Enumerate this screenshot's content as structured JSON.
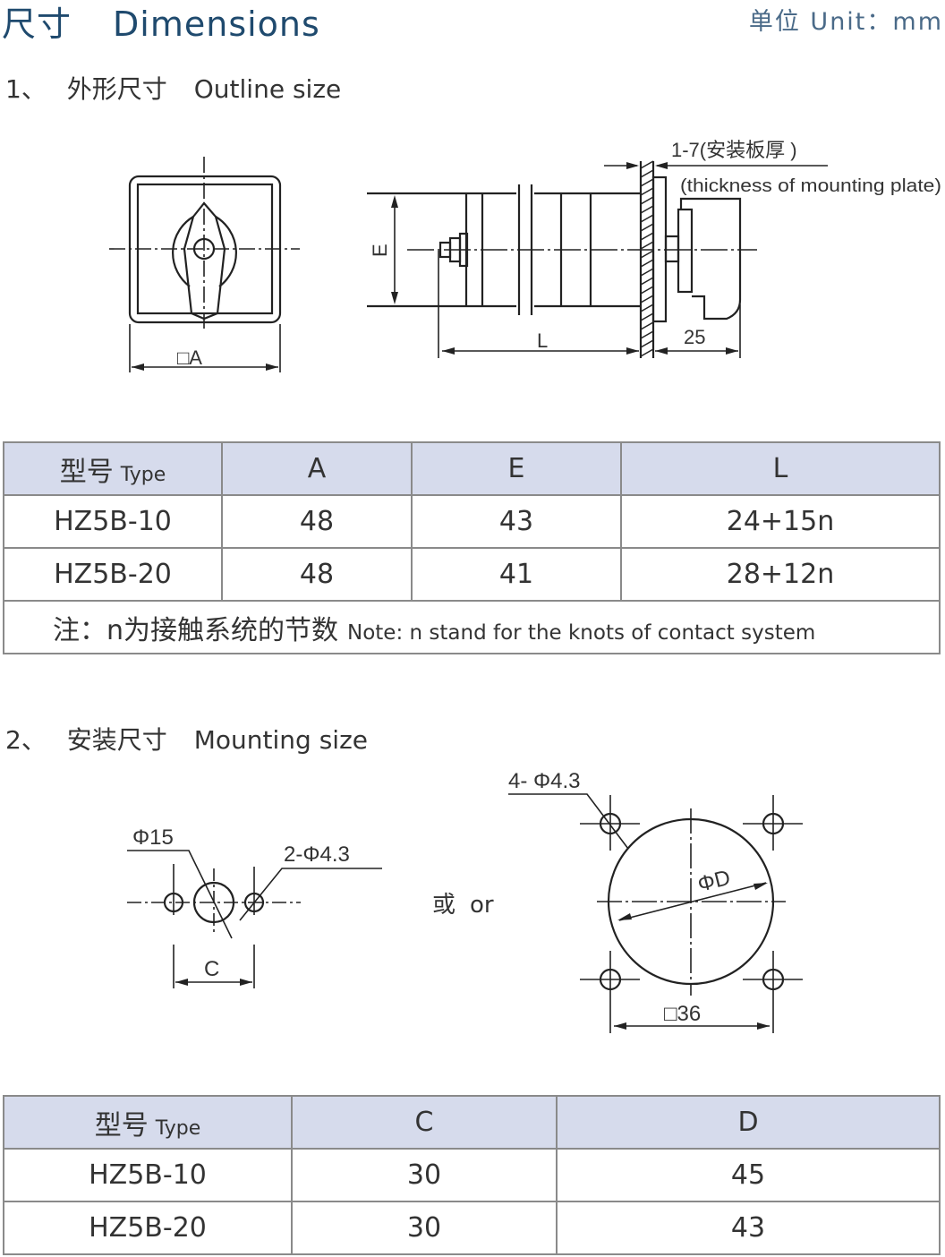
{
  "header": {
    "title_zh": "尺寸",
    "title_en": "Dimensions",
    "unit_label": "单位 Unit：mm"
  },
  "section1": {
    "number": "1、",
    "title_zh": "外形尺寸",
    "title_en": "Outline size",
    "drawing_labels": {
      "front_width": "□A",
      "height_label": "E",
      "length_label": "L",
      "knob_depth": "25",
      "plate_thickness_zh": "1-7(安装板厚 )",
      "plate_thickness_en": "(thickness of mounting plate)"
    }
  },
  "table1": {
    "headers": [
      {
        "zh": "型号",
        "en": "Type"
      },
      {
        "label": "A"
      },
      {
        "label": "E"
      },
      {
        "label": "L"
      }
    ],
    "rows": [
      {
        "type": "HZ5B-10",
        "A": "48",
        "E": "43",
        "L": "24+15n"
      },
      {
        "type": "HZ5B-20",
        "A": "48",
        "E": "41",
        "L": "28+12n"
      }
    ],
    "note_zh": "注：n为接触系统的节数",
    "note_en": "Note: n stand for the knots of contact system"
  },
  "section2": {
    "number": "2、",
    "title_zh": "安装尺寸",
    "title_en": "Mounting size",
    "or_zh": "或",
    "or_en": "or",
    "drawing_labels": {
      "center_hole": "Φ15",
      "side_holes": "2-Φ4.3",
      "spacing": "C",
      "corner_holes": "4- Φ4.3",
      "diameter": "ΦD",
      "square": "□36"
    }
  },
  "table2": {
    "headers": [
      {
        "zh": "型号",
        "en": "Type"
      },
      {
        "label": "C"
      },
      {
        "label": "D"
      }
    ],
    "rows": [
      {
        "type": "HZ5B-10",
        "C": "30",
        "D": "45"
      },
      {
        "type": "HZ5B-20",
        "C": "30",
        "D": "43"
      }
    ]
  }
}
